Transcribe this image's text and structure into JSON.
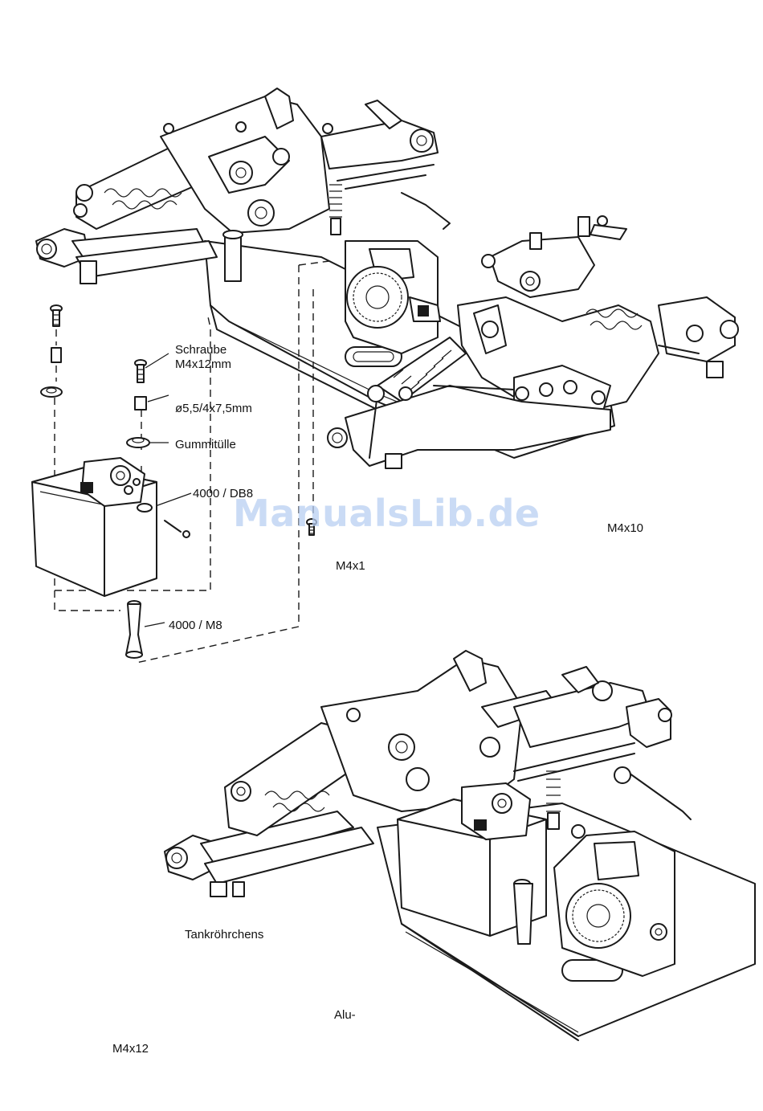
{
  "labels": {
    "screw": "Schraube",
    "screw_size": "M4x12mm",
    "spacer": "ø5,5/4x7,5mm",
    "grommet": "Gummitülle",
    "part_db8": "4000 / DB8",
    "part_m8": "4000 / M8",
    "m4x10": "M4x10",
    "m4x1": "M4x1",
    "tank_tube": "Tankröhrchens",
    "alu": "Alu-",
    "m4x12": "M4x12"
  },
  "watermark": "ManualsLib.de"
}
